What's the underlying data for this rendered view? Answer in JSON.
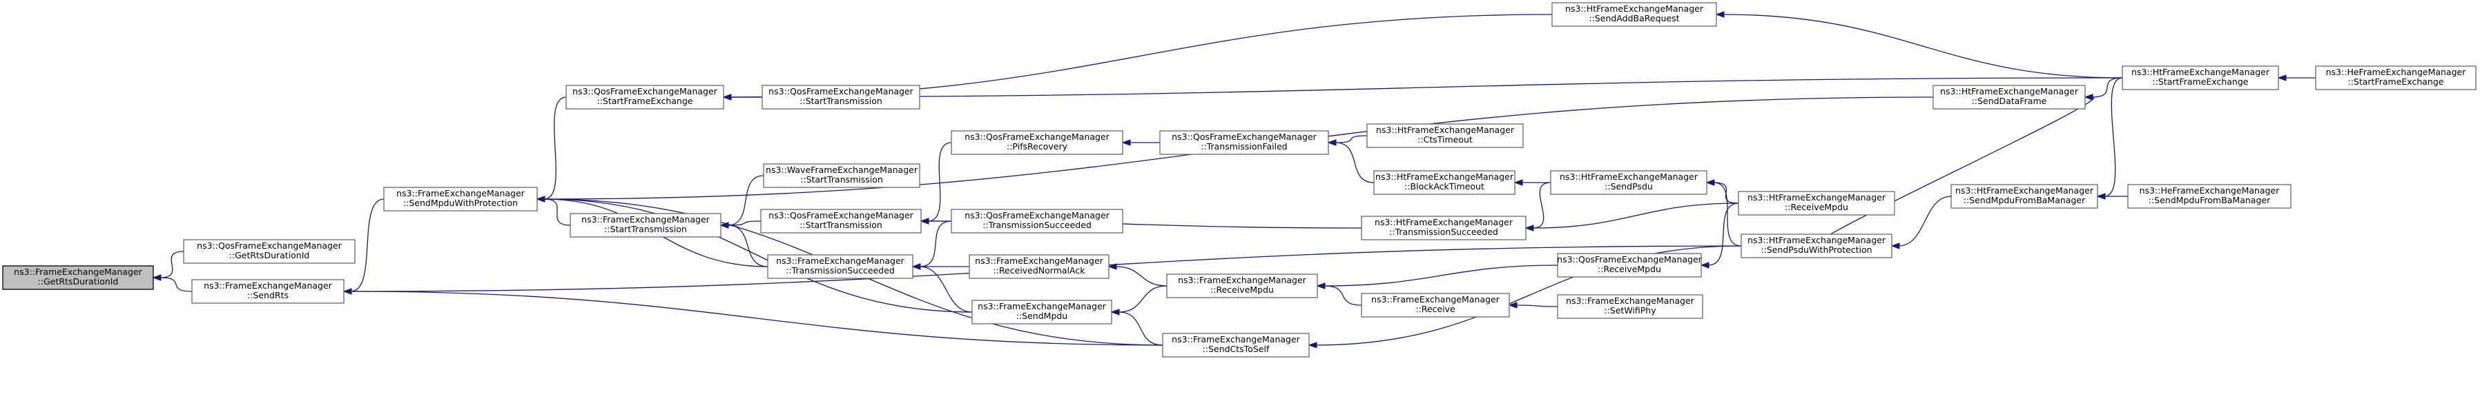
{
  "graph": {
    "nodes": [
      {
        "id": "n0",
        "line1": "ns3::FrameExchangeManager",
        "line2": "::GetRtsDurationId",
        "root": true
      },
      {
        "id": "n1",
        "line1": "ns3::QosFrameExchangeManager",
        "line2": "::GetRtsDurationId"
      },
      {
        "id": "n2",
        "line1": "ns3::FrameExchangeManager",
        "line2": "::SendRts"
      },
      {
        "id": "n3",
        "line1": "ns3::FrameExchangeManager",
        "line2": "::SendMpduWithProtection"
      },
      {
        "id": "n4",
        "line1": "ns3::QosFrameExchangeManager",
        "line2": "::StartFrameExchange"
      },
      {
        "id": "n5",
        "line1": "ns3::FrameExchangeManager",
        "line2": "::StartTransmission"
      },
      {
        "id": "n6",
        "line1": "ns3::HtFrameExchangeManager",
        "line2": "::SendAddBaRequest"
      },
      {
        "id": "n7",
        "line1": "ns3::QosFrameExchangeManager",
        "line2": "::StartTransmission"
      },
      {
        "id": "n8",
        "line1": "ns3::WaveFrameExchangeManager",
        "line2": "::StartTransmission"
      },
      {
        "id": "n9",
        "line1": "ns3::QosFrameExchangeManager",
        "line2": "::StartTransmission"
      },
      {
        "id": "n10",
        "line1": "ns3::FrameExchangeManager",
        "line2": "::TransmissionSucceeded"
      },
      {
        "id": "n11",
        "line1": "ns3::QosFrameExchangeManager",
        "line2": "::PifsRecovery"
      },
      {
        "id": "n12",
        "line1": "ns3::QosFrameExchangeManager",
        "line2": "::TransmissionSucceeded"
      },
      {
        "id": "n13",
        "line1": "ns3::FrameExchangeManager",
        "line2": "::ReceivedNormalAck"
      },
      {
        "id": "n14",
        "line1": "ns3::FrameExchangeManager",
        "line2": "::SendMpdu"
      },
      {
        "id": "n15",
        "line1": "ns3::FrameExchangeManager",
        "line2": "::SendCtsToSelf"
      },
      {
        "id": "n16",
        "line1": "ns3::QosFrameExchangeManager",
        "line2": "::TransmissionFailed"
      },
      {
        "id": "n17",
        "line1": "ns3::HtFrameExchangeManager",
        "line2": "::CtsTimeout"
      },
      {
        "id": "n18",
        "line1": "ns3::HtFrameExchangeManager",
        "line2": "::BlockAckTimeout"
      },
      {
        "id": "n19",
        "line1": "ns3::HtFrameExchangeManager",
        "line2": "::TransmissionSucceeded"
      },
      {
        "id": "n20",
        "line1": "ns3::FrameExchangeManager",
        "line2": "::ReceiveMpdu"
      },
      {
        "id": "n21",
        "line1": "ns3::FrameExchangeManager",
        "line2": "::Receive"
      },
      {
        "id": "n22",
        "line1": "ns3::HtFrameExchangeManager",
        "line2": "::SendPsdu"
      },
      {
        "id": "n23",
        "line1": "ns3::QosFrameExchangeManager",
        "line2": "::ReceiveMpdu"
      },
      {
        "id": "n24",
        "line1": "ns3::FrameExchangeManager",
        "line2": "::SetWifiPhy"
      },
      {
        "id": "n25",
        "line1": "ns3::HtFrameExchangeManager",
        "line2": "::SendDataFrame"
      },
      {
        "id": "n26",
        "line1": "ns3::HtFrameExchangeManager",
        "line2": "::ReceiveMpdu"
      },
      {
        "id": "n27",
        "line1": "ns3::HtFrameExchangeManager",
        "line2": "::SendPsduWithProtection"
      },
      {
        "id": "n28",
        "line1": "ns3::HtFrameExchangeManager",
        "line2": "::StartFrameExchange"
      },
      {
        "id": "n29",
        "line1": "ns3::HtFrameExchangeManager",
        "line2": "::SendMpduFromBaManager"
      },
      {
        "id": "n30",
        "line1": "ns3::HeFrameExchangeManager",
        "line2": "::StartFrameExchange"
      },
      {
        "id": "n31",
        "line1": "ns3::HeFrameExchangeManager",
        "line2": "::SendMpduFromBaManager"
      }
    ],
    "edges": [
      [
        "n1",
        "n0"
      ],
      [
        "n2",
        "n0"
      ],
      [
        "n3",
        "n2"
      ],
      [
        "n15",
        "n2"
      ],
      [
        "n27",
        "n2"
      ],
      [
        "n4",
        "n3"
      ],
      [
        "n5",
        "n3"
      ],
      [
        "n25",
        "n3"
      ],
      [
        "n10",
        "n3"
      ],
      [
        "n14",
        "n3"
      ],
      [
        "n15",
        "n3"
      ],
      [
        "n6",
        "n4"
      ],
      [
        "n7",
        "n4"
      ],
      [
        "n28",
        "n4"
      ],
      [
        "n8",
        "n5"
      ],
      [
        "n9",
        "n5"
      ],
      [
        "n10",
        "n5"
      ],
      [
        "n28",
        "n6"
      ],
      [
        "n11",
        "n9"
      ],
      [
        "n12",
        "n9"
      ],
      [
        "n19",
        "n9"
      ],
      [
        "n12",
        "n10"
      ],
      [
        "n13",
        "n10"
      ],
      [
        "n14",
        "n10"
      ],
      [
        "n16",
        "n11"
      ],
      [
        "n20",
        "n13"
      ],
      [
        "n20",
        "n14"
      ],
      [
        "n15",
        "n14"
      ],
      [
        "n17",
        "n16"
      ],
      [
        "n18",
        "n16"
      ],
      [
        "n22",
        "n18"
      ],
      [
        "n22",
        "n19"
      ],
      [
        "n26",
        "n19"
      ],
      [
        "n21",
        "n20"
      ],
      [
        "n23",
        "n20"
      ],
      [
        "n24",
        "n21"
      ],
      [
        "n26",
        "n22"
      ],
      [
        "n27",
        "n22"
      ],
      [
        "n26",
        "n23"
      ],
      [
        "n27",
        "n15"
      ],
      [
        "n27",
        "n25"
      ],
      [
        "n29",
        "n27"
      ],
      [
        "n28",
        "n25"
      ],
      [
        "n28",
        "n29"
      ],
      [
        "n31",
        "n29"
      ],
      [
        "n30",
        "n28"
      ]
    ]
  }
}
